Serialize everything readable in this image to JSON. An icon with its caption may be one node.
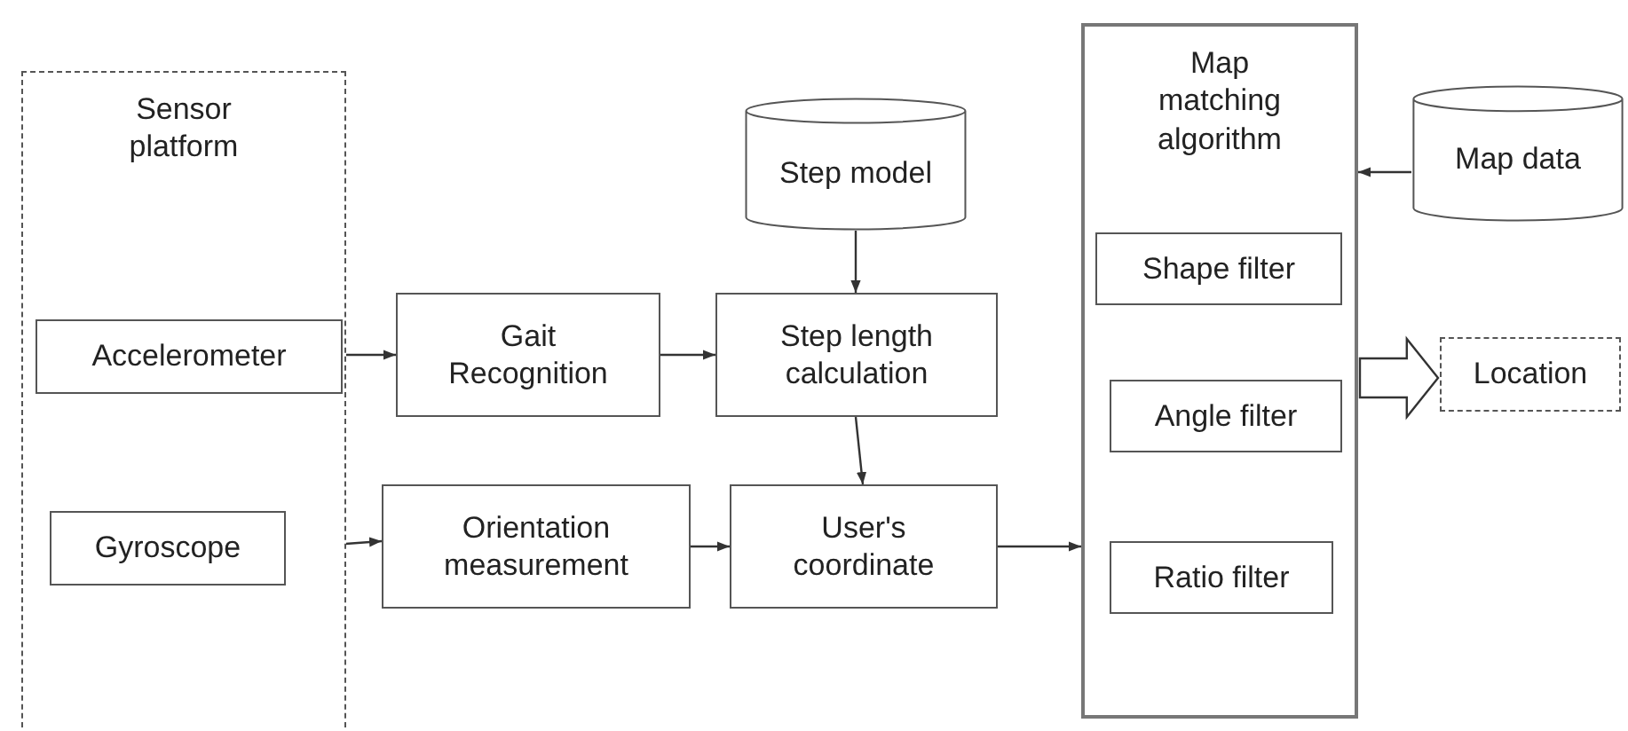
{
  "diagram": {
    "nodes": [
      {
        "text": [
          "Sensor platform"
        ]
      },
      {
        "text": [
          "Accelerometer"
        ],
        "in": 0
      },
      {
        "text": [
          "Gyroscope"
        ],
        "in": 0
      },
      {
        "text": [
          "Gait Recognition"
        ]
      },
      {
        "text": [
          "Step model"
        ]
      },
      {
        "text": [
          "Step length calculation"
        ]
      },
      {
        "text": [
          "Orientation measurement"
        ]
      },
      {
        "text": [
          "User's coordinate"
        ]
      },
      {
        "text": [
          "Map matching algorithm"
        ]
      },
      {
        "text": [
          "Shape filter"
        ],
        "in": 8
      },
      {
        "text": [
          "Angle filter"
        ],
        "in": 8
      },
      {
        "text": [
          "Ratio filter"
        ],
        "in": 8
      },
      {
        "text": [
          "Map data"
        ]
      },
      {
        "text": [
          "Location"
        ]
      }
    ],
    "edges": [
      {
        "from": 1,
        "to": 3,
        "arrow": "to"
      },
      {
        "from": 3,
        "to": 5,
        "arrow": "to"
      },
      {
        "from": 4,
        "to": 5,
        "arrow": "to"
      },
      {
        "from": 5,
        "to": 7,
        "arrow": "to"
      },
      {
        "from": 2,
        "to": 6,
        "arrow": "to"
      },
      {
        "from": 6,
        "to": 7,
        "arrow": "to"
      },
      {
        "from": 7,
        "to": 8,
        "arrow": "to"
      },
      {
        "from": 12,
        "to": 8,
        "arrow": "to"
      },
      {
        "from": 8,
        "to": 13,
        "arrow": "to",
        "style": "thick"
      }
    ]
  }
}
